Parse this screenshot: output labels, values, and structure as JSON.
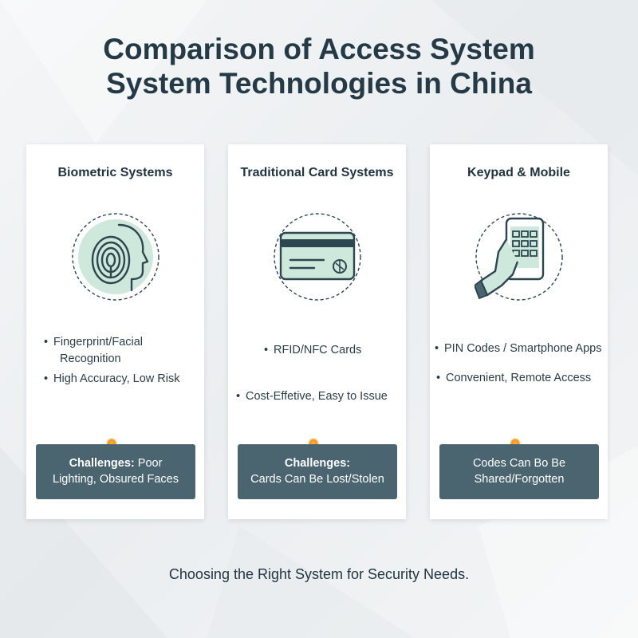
{
  "title": {
    "line1": "Comparison of Access System",
    "line2": "System Technologies in China"
  },
  "cards": [
    {
      "title": "Biometric Systems",
      "icon": "fingerprint-face-icon",
      "bullets": [
        "Fingerprint/Facial",
        "Recognition",
        "High Accuracy, Low Risk"
      ],
      "challenge": {
        "label": "Challenges:",
        "text_a": "Poor",
        "text_b": "Lighting, Obsured Faces"
      }
    },
    {
      "title": "Traditional Card Systems",
      "icon": "access-card-icon",
      "bullets": [
        "RFID/NFC Cards",
        "Cost-Effetive, Easy to Issue"
      ],
      "challenge": {
        "label": "Challenges:",
        "text_b": "Cards Can Be Lost/Stolen"
      }
    },
    {
      "title": "Keypad & Mobile",
      "icon": "smartphone-keypad-icon",
      "bullets": [
        "PIN Codes / Smartphone Apps",
        "Convenient, Remote Access"
      ],
      "challenge": {
        "line1": "Codes Can Bo Be",
        "line2": "Shared/Forgotten"
      }
    }
  ],
  "footer": "Choosing the Right System for Security Needs.",
  "colors": {
    "title": "#243a47",
    "icon_fill": "#cfe8dc",
    "icon_stroke": "#2e4650",
    "challenge_bg": "#4a6470",
    "glow": "#f7931e"
  }
}
